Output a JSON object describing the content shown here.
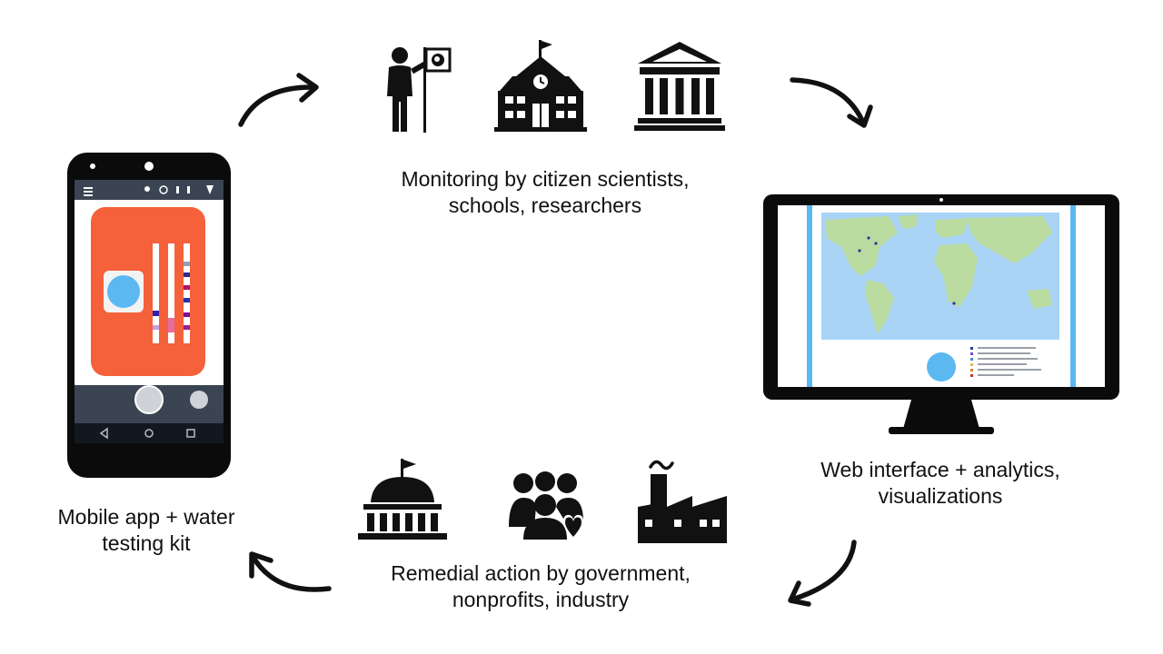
{
  "stages": {
    "monitoring": {
      "caption_line1": "Monitoring by citizen scientists,",
      "caption_line2": "schools, researchers",
      "icons": [
        "citizen-scientist-with-flag-icon",
        "school-building-icon",
        "institution-building-icon"
      ]
    },
    "web": {
      "caption_line1": "Web interface + analytics,",
      "caption_line2": "visualizations"
    },
    "remedial": {
      "caption_line1": "Remedial action by government,",
      "caption_line2": "nonprofits, industry",
      "icons": [
        "government-capitol-icon",
        "community-people-heart-icon",
        "factory-icon"
      ]
    },
    "mobile": {
      "caption_line1": "Mobile app + water",
      "caption_line2": "testing kit"
    }
  },
  "colors": {
    "arrow": "#111111",
    "icon": "#111111",
    "app_orange": "#f4613a",
    "accent_blue": "#5bb8f0",
    "map_water": "#a9d3f5",
    "map_land": "#b9dba0"
  }
}
